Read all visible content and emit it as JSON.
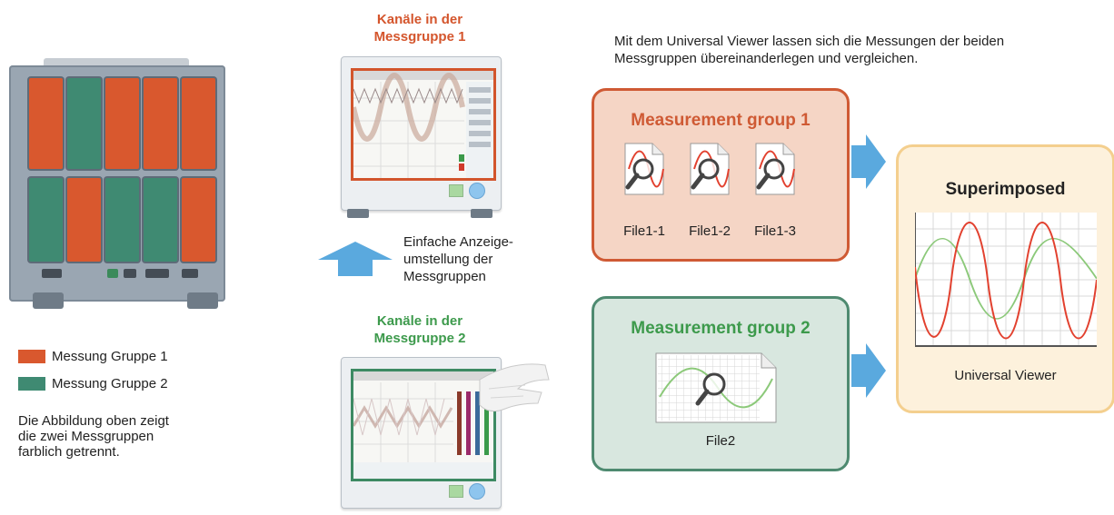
{
  "legend": [
    {
      "label": "Messung Gruppe 1",
      "color": "#d9582e"
    },
    {
      "label": "Messung Gruppe 2",
      "color": "#3f8a72"
    }
  ],
  "note": "Die Abbildung oben zeigt\ndie zwei Messgruppen\nfarblich getrennt.",
  "channels_group1_title": "Kanäle in der\nMessgruppe 1",
  "channels_group2_title": "Kanäle in der\nMessgruppe 2",
  "switch_text": "Einfache Anzeige-\numstellung der\nMessgruppen",
  "intro_text": "Mit dem Universal Viewer lassen sich die Messungen der beiden\nMessgruppen übereinanderlegen und vergleichen.",
  "group1": {
    "title": "Measurement group 1",
    "files": [
      "File1-1",
      "File1-2",
      "File1-3"
    ],
    "color": "#cf5a34"
  },
  "group2": {
    "title": "Measurement group 2",
    "files": [
      "File2"
    ],
    "color": "#4e8a70"
  },
  "viewer": {
    "title": "Superimposed",
    "subtitle": "Universal Viewer"
  },
  "colors": {
    "arrow": "#5aa9de",
    "red_wave": "#e2412f",
    "green_wave": "#8cc97a"
  }
}
